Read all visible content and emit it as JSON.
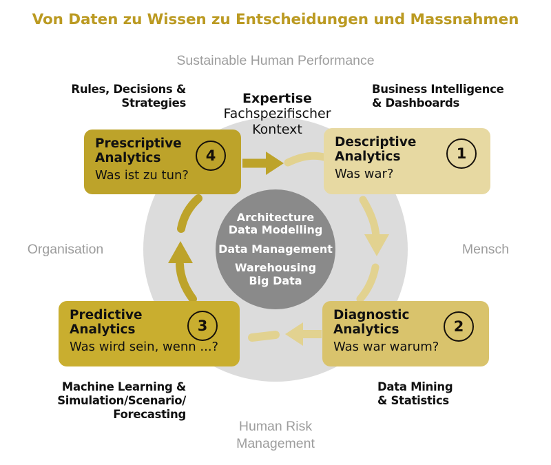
{
  "title": "Von Daten zu Wissen zu Entscheidungen und Massnahmen",
  "ring_labels": {
    "top": "Sustainable Human Performance",
    "left": "Organisation",
    "right": "Mensch",
    "bottom": "Human Risk\nManagement"
  },
  "center": {
    "line_group_1": "Architecture\nData Modelling",
    "line_group_2": "Data Management",
    "line_group_3": "Warehousing\nBig Data"
  },
  "expertise": {
    "heading": "Expertise",
    "sub": "Fachspezifischer\nKontext"
  },
  "captions": {
    "top_left": "Rules, Decisions &\nStrategies",
    "top_right": "Business Intelligence\n& Dashboards",
    "bottom_left": "Machine Learning &\nSimulation/Scenario/\nForecasting",
    "bottom_right": "Data Mining\n& Statistics"
  },
  "boxes": [
    {
      "id": "descriptive",
      "number": "1",
      "title": "Descriptive\nAnalytics",
      "question": "Was war?",
      "color": "#e7d9a2"
    },
    {
      "id": "diagnostic",
      "number": "2",
      "title": "Diagnostic\nAnalytics",
      "question": "Was war warum?",
      "color": "#d9c36c"
    },
    {
      "id": "predictive",
      "number": "3",
      "title": "Predictive\nAnalytics",
      "question": "Was wird sein, wenn ...?",
      "color": "#c9ae2f"
    },
    {
      "id": "prescriptive",
      "number": "4",
      "title": "Prescriptive\nAnalytics",
      "question": "Was ist zu tun?",
      "color": "#bda32a"
    }
  ],
  "colors": {
    "title_gold": "#bb9a22",
    "ring_gray": "#9d9d9d",
    "ring_fill": "#dcdcdc",
    "core_gray": "#8a8a8a",
    "arrow_dark": "#bda32a",
    "arrow_light": "#e2d290",
    "caption_black": "#111111"
  }
}
